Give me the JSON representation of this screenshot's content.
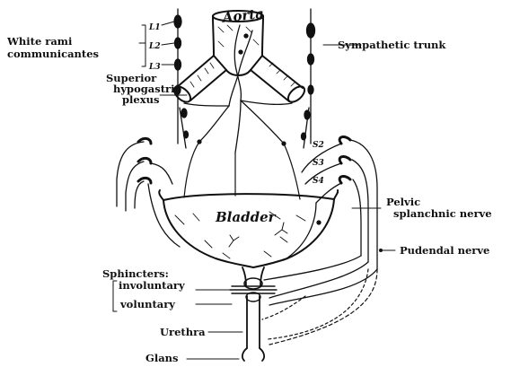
{
  "labels": {
    "white_rami_line1": "White rami",
    "white_rami_line2": "communicantes",
    "sympathetic_trunk": "Sympathetic trunk",
    "superior_line1": "Superior",
    "superior_line2": "hypogastric",
    "superior_line3": "plexus",
    "pelvic_line1": "Pelvic",
    "pelvic_line2": "splanchnic nerve",
    "pudendal_nerve": "Pudendal nerve",
    "sphincters": "Sphincters:",
    "involuntary": "involuntary",
    "voluntary": "voluntary",
    "urethra": "Urethra",
    "glans": "Glans",
    "aorta": "Aorta",
    "bladder": "Bladder"
  },
  "segments": {
    "lumbar": [
      "L1",
      "L2",
      "L3"
    ],
    "sacral": [
      "S2",
      "S3",
      "S4"
    ]
  },
  "colors": {
    "ink": "#111111",
    "background": "#ffffff"
  }
}
